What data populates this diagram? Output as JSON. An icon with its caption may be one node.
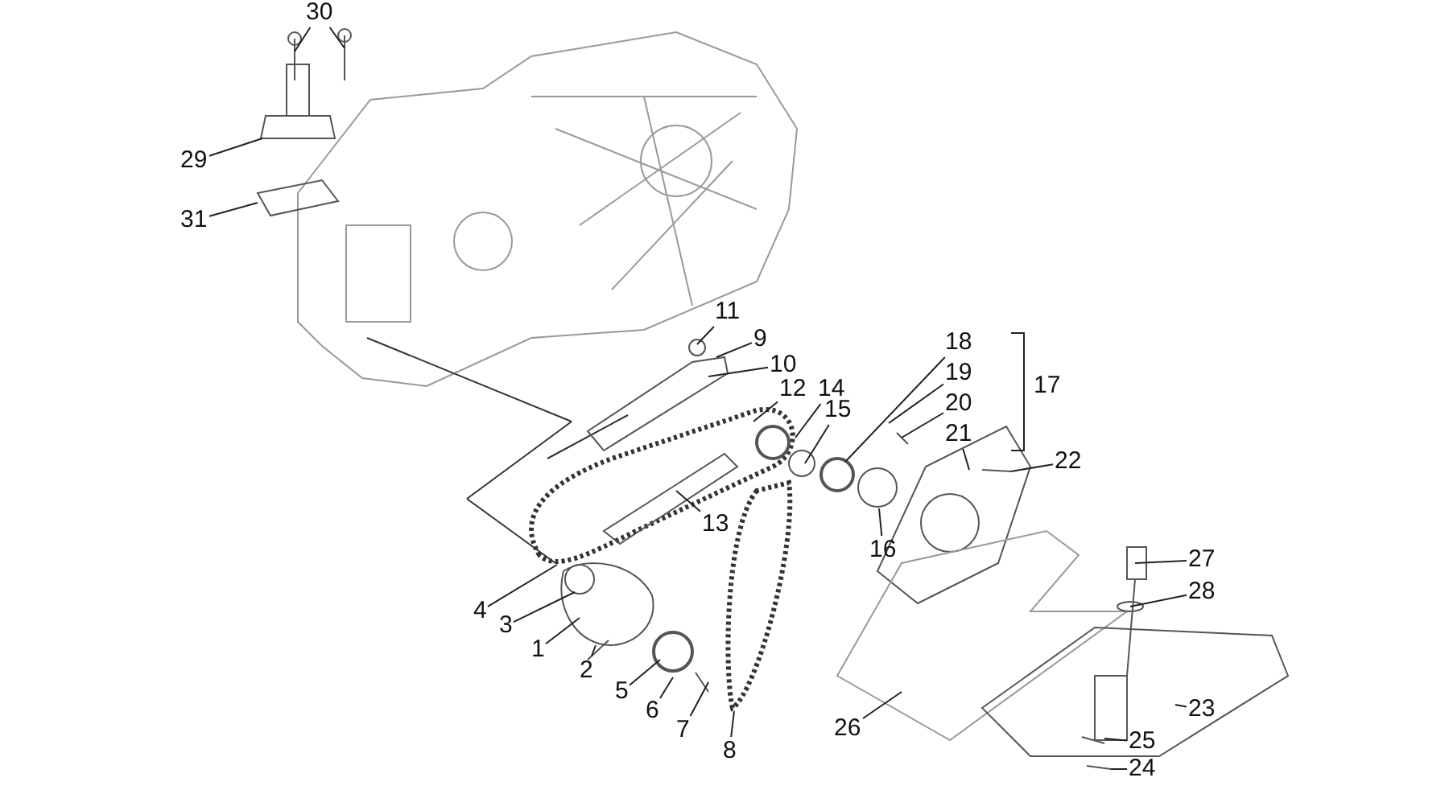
{
  "diagram": {
    "nodes": [
      {
        "text": [
          "30"
        ]
      },
      {
        "text": [
          "29"
        ]
      },
      {
        "text": [
          "31"
        ]
      },
      {
        "text": [
          "11"
        ]
      },
      {
        "text": [
          "9"
        ]
      },
      {
        "text": [
          "10"
        ]
      },
      {
        "text": [
          "12"
        ]
      },
      {
        "text": [
          "18"
        ]
      },
      {
        "text": [
          "14"
        ]
      },
      {
        "text": [
          "17"
        ]
      },
      {
        "text": [
          "19"
        ]
      },
      {
        "text": [
          "15"
        ]
      },
      {
        "text": [
          "20"
        ]
      },
      {
        "text": [
          "16"
        ]
      },
      {
        "text": [
          "21"
        ]
      },
      {
        "text": [
          "22"
        ]
      },
      {
        "text": [
          "13"
        ]
      },
      {
        "text": [
          "27"
        ]
      },
      {
        "text": [
          "4"
        ]
      },
      {
        "text": [
          "28"
        ]
      },
      {
        "text": [
          "3"
        ]
      },
      {
        "text": [
          "1"
        ]
      },
      {
        "text": [
          "2"
        ]
      },
      {
        "text": [
          "5"
        ]
      },
      {
        "text": [
          "6"
        ]
      },
      {
        "text": [
          "7"
        ]
      },
      {
        "text": [
          "23"
        ]
      },
      {
        "text": [
          "26"
        ]
      },
      {
        "text": [
          "8"
        ]
      },
      {
        "text": [
          "25"
        ]
      },
      {
        "text": [
          "24"
        ]
      }
    ],
    "edges": [
      {
        "from": 0,
        "to": null,
        "arrow": "none"
      },
      {
        "from": 0,
        "to": null,
        "arrow": "none"
      },
      {
        "from": 1,
        "to": null,
        "arrow": "none"
      },
      {
        "from": 2,
        "to": null,
        "arrow": "none"
      },
      {
        "from": 3,
        "to": null,
        "arrow": "none"
      },
      {
        "from": 4,
        "to": null,
        "arrow": "none"
      },
      {
        "from": 5,
        "to": null,
        "arrow": "none"
      },
      {
        "from": 6,
        "to": null,
        "arrow": "none"
      },
      {
        "from": 7,
        "to": null,
        "arrow": "none"
      },
      {
        "from": 8,
        "to": null,
        "arrow": "none"
      },
      {
        "from": 10,
        "to": null,
        "arrow": "none"
      },
      {
        "from": 11,
        "to": null,
        "arrow": "none"
      },
      {
        "from": 12,
        "to": null,
        "arrow": "none"
      },
      {
        "from": 13,
        "to": null,
        "arrow": "none"
      },
      {
        "from": 14,
        "to": null,
        "arrow": "none"
      },
      {
        "from": 15,
        "to": null,
        "arrow": "none"
      },
      {
        "from": 16,
        "to": null,
        "arrow": "none"
      },
      {
        "from": 17,
        "to": null,
        "arrow": "none"
      },
      {
        "from": 18,
        "to": null,
        "arrow": "none"
      },
      {
        "from": 19,
        "to": null,
        "arrow": "none"
      },
      {
        "from": 20,
        "to": null,
        "arrow": "none"
      },
      {
        "from": 21,
        "to": null,
        "arrow": "none"
      },
      {
        "from": 22,
        "to": null,
        "arrow": "none"
      },
      {
        "from": 23,
        "to": null,
        "arrow": "none"
      },
      {
        "from": 24,
        "to": null,
        "arrow": "none"
      },
      {
        "from": 25,
        "to": null,
        "arrow": "none"
      },
      {
        "from": 26,
        "to": null,
        "arrow": "none"
      },
      {
        "from": 27,
        "to": null,
        "arrow": "none"
      },
      {
        "from": 28,
        "to": null,
        "arrow": "none"
      },
      {
        "from": 29,
        "to": null,
        "arrow": "none"
      },
      {
        "from": 30,
        "to": null,
        "arrow": "none"
      }
    ]
  }
}
